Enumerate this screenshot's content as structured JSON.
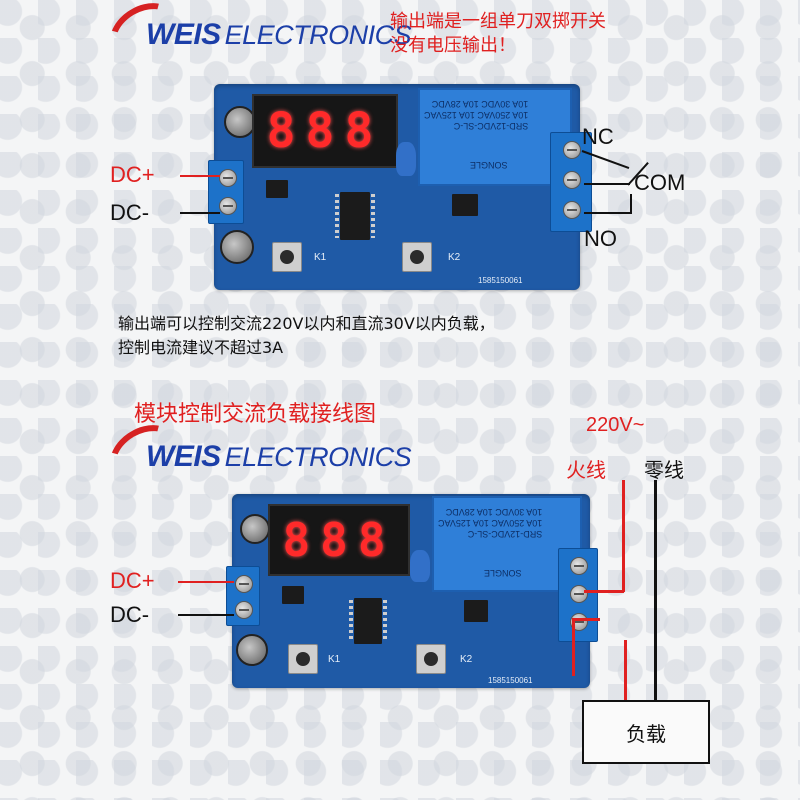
{
  "brand": {
    "word1": "WEIS",
    "word2": "ELECTRONICS"
  },
  "top_note": [
    "输出端是一组单刀双掷开关",
    "没有电压输出！"
  ],
  "board": {
    "display_digits": "888",
    "relay_text": [
      "SRD-12VDC-SL-C",
      "10A 250VAC 10A 125VAC",
      "10A 30VDC 10A 28VDC"
    ],
    "relay_brand": "SONGLE",
    "k1": "K1",
    "k2": "K2",
    "pcb_code": "1585150061"
  },
  "top_diagram": {
    "dc_plus": "DC+",
    "dc_minus": "DC-",
    "nc": "NC",
    "com": "COM",
    "no": "NO"
  },
  "description": [
    "输出端可以控制交流220V以内和直流30V以内负载，",
    "控制电流建议不超过3A"
  ],
  "bottom_title": "模块控制交流负载接线图",
  "bottom_diagram": {
    "voltage": "220V~",
    "live": "火线",
    "neutral": "零线",
    "dc_plus": "DC+",
    "dc_minus": "DC-",
    "load": "负载"
  },
  "colors": {
    "red": "#e02020",
    "brand_blue": "#1c3fa8",
    "pcb_blue": "#1f5aa6"
  }
}
